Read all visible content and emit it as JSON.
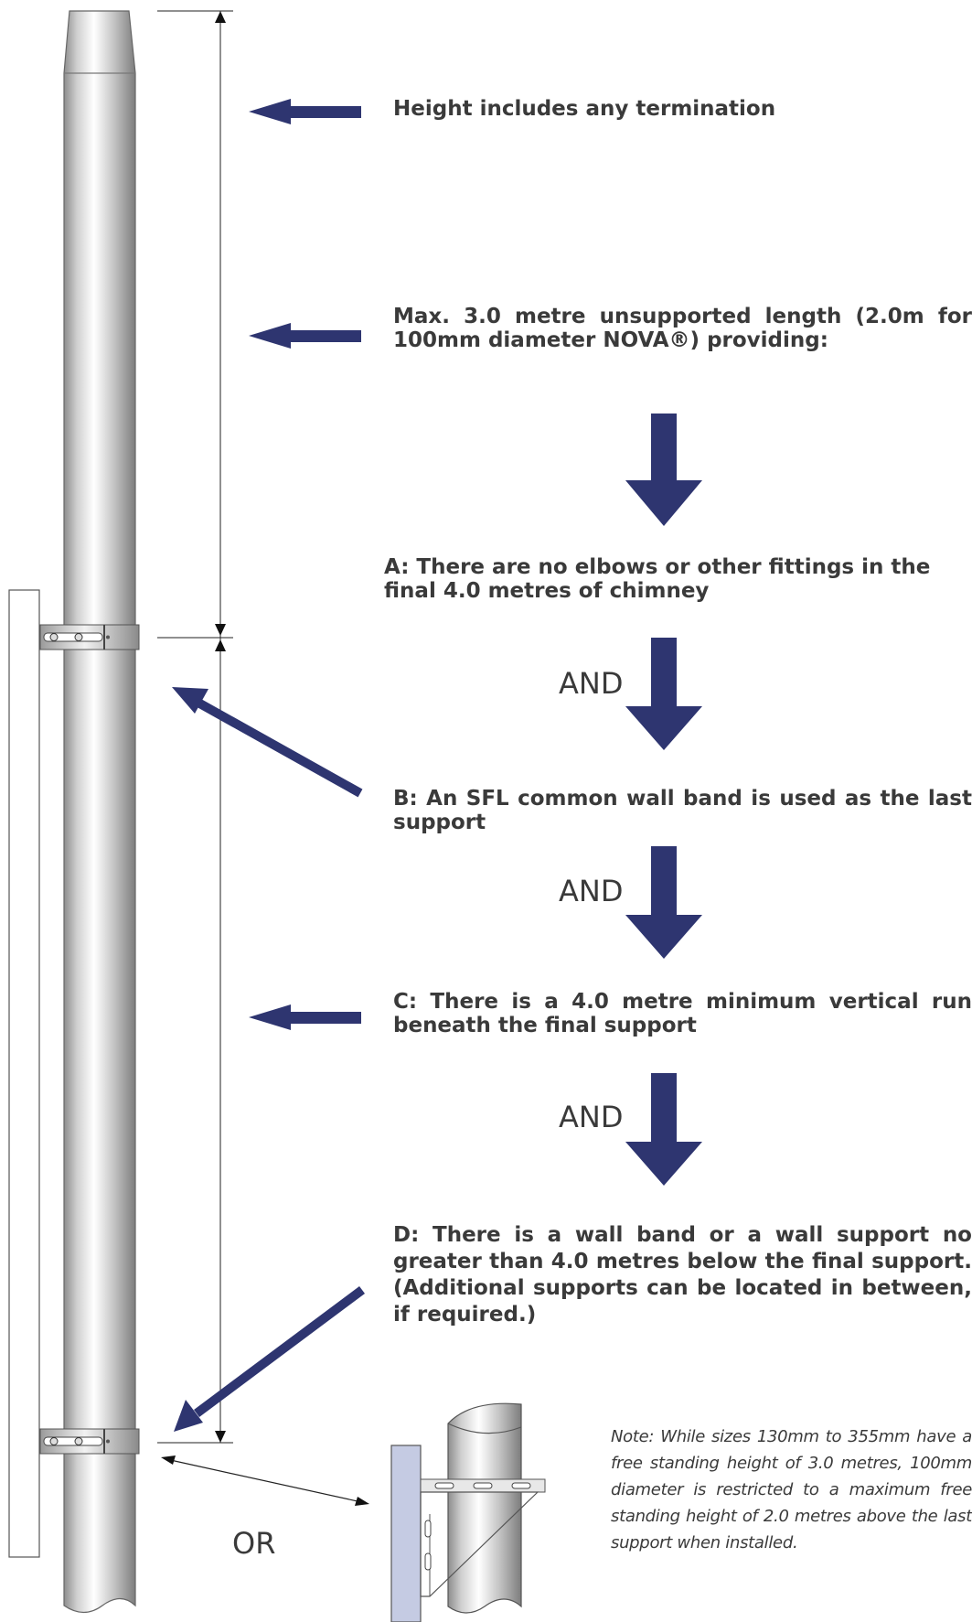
{
  "labels": {
    "height_note": "Height includes any termination",
    "max_length": "Max. 3.0 metre unsupported length (2.0m for 100mm diameter NOVA®) providing:",
    "condition_a": "A: There are no elbows or other fittings in the final 4.0 metres of chimney",
    "condition_b": "B: An SFL common wall band is used as the last support",
    "condition_c": "C: There is a 4.0 metre minimum vertical run beneath the final support",
    "condition_d": "D: There is a wall band or a wall support no greater than 4.0 metres below the final support. (Additional supports can be located in between, if required.)",
    "and": "AND",
    "or": "OR",
    "note": "Note: While sizes 130mm to 355mm have a free standing height of 3.0 metres, 100mm diameter is restricted to a maximum free standing height of 2.0 metres above the last support when installed."
  },
  "colors": {
    "arrow": "#2e3570",
    "text": "#3a3a3a",
    "wall_plate": "#c5cbe3"
  }
}
